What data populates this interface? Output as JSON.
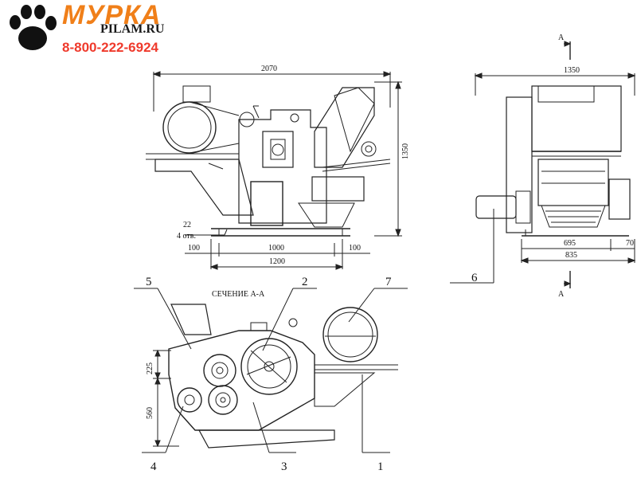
{
  "brand": {
    "name": "МУРКА",
    "site": "PILAM.RU",
    "phone": "8-800-222-6924",
    "colors": {
      "name": "#f07f19",
      "phone": "#ef3a2c",
      "logo": "#111111"
    },
    "logo_icon": "paw-print-icon"
  },
  "front_view": {
    "dims": {
      "total_width": "2070",
      "height": "1350",
      "holes_count": "22",
      "holes_note": "4 отв.",
      "offset_left": "100",
      "span": "1000",
      "offset_right": "100",
      "base_width": "1200"
    }
  },
  "side_view": {
    "section_marker_top": "А",
    "section_marker_bottom": "А",
    "dims": {
      "width": "1350",
      "inner": "695",
      "side": "70",
      "base": "835"
    },
    "callout_6": "6"
  },
  "section_view": {
    "title": "СЕЧЕНИЕ А-А",
    "dims": {
      "upper": "225",
      "lower": "560"
    },
    "callouts": {
      "c1": "1",
      "c2": "2",
      "c3": "3",
      "c4": "4",
      "c5": "5",
      "c7": "7"
    }
  }
}
